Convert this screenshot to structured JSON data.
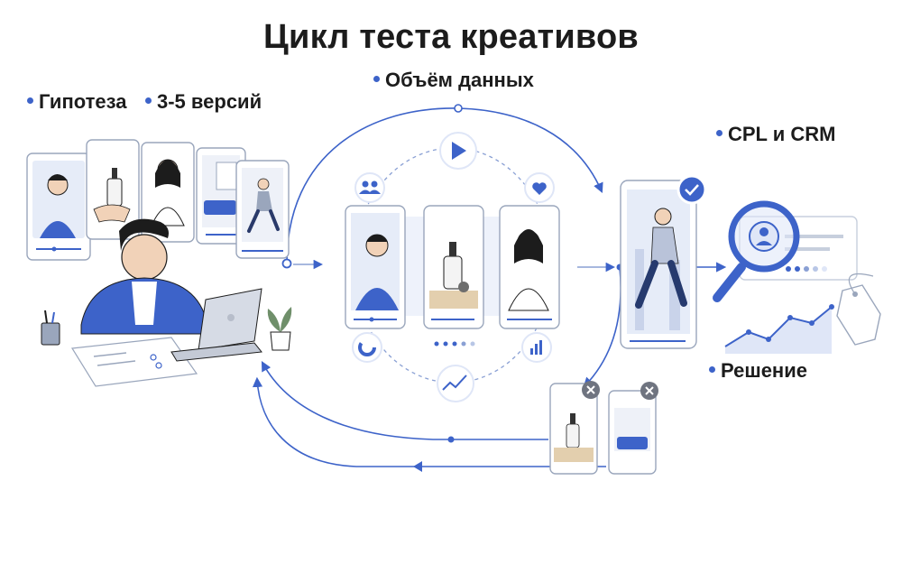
{
  "title": "Цикл теста креативов",
  "labels": {
    "hypothesis": "Гипотеза",
    "versions": "3-5 версий",
    "data_volume": "Объём данных",
    "cpl_crm": "CPL и CRM",
    "decision": "Решение"
  },
  "colors": {
    "accent": "#3d63c9",
    "accent_light": "#dfe6f7",
    "outline": "#9aa6bc",
    "text": "#1c1c1c"
  },
  "icons": [
    "people-icon",
    "play-icon",
    "heart-icon",
    "pie-chart-icon",
    "bar-chart-icon",
    "trend-icon",
    "checkmark-icon",
    "close-icon",
    "magnifier-icon",
    "tag-icon"
  ]
}
